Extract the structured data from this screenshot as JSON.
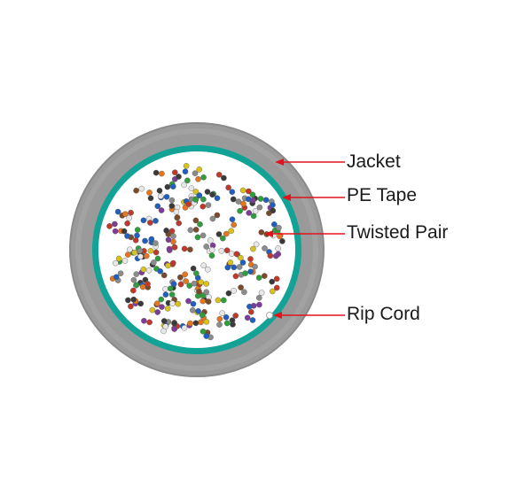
{
  "labels": {
    "jacket": "Jacket",
    "pe_tape": "PE Tape",
    "twisted_pair": "Twisted Pair",
    "rip_cord": "Rip Cord"
  },
  "colors": {
    "jacket": "#9a9a9a",
    "jacket_edge": "#8a8a8a",
    "tape": "#12a296",
    "core_fill": "#ffffff",
    "arrow": "#e0141b",
    "text": "#1a1a1a"
  },
  "wire_colors": [
    "#1f5fbf",
    "#e6761e",
    "#2e9e3c",
    "#7a4a2a",
    "#8c8c8c",
    "#d9c21a",
    "#c0392b",
    "#3a3a3a",
    "#7d3c98",
    "#e8e8e8"
  ]
}
